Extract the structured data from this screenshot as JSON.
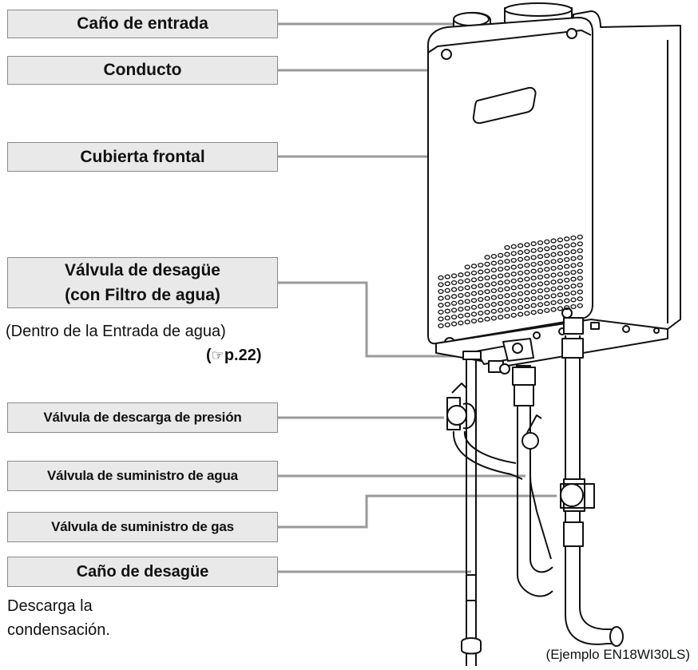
{
  "labels": {
    "inlet_pipe": "Caño de entrada",
    "duct": "Conducto",
    "front_cover": "Cubierta frontal",
    "drain_valve_line1": "Válvula de desagüe",
    "drain_valve_line2": "(con Filtro de agua)",
    "drain_valve_note": "(Dentro de la Entrada de agua)",
    "drain_valve_ref": "p.22)",
    "pressure_relief_valve": "Válvula de descarga de presión",
    "water_supply_valve": "Válvula de suministro de agua",
    "gas_supply_valve": "Válvula de suministro de gas",
    "drain_pipe": "Caño de desagüe",
    "drain_pipe_note_line1": "Descarga la",
    "drain_pipe_note_line2": "condensación."
  },
  "ref_icon": "pointing-hand-icon",
  "caption": "(Ejemplo EN18WI30LS)"
}
